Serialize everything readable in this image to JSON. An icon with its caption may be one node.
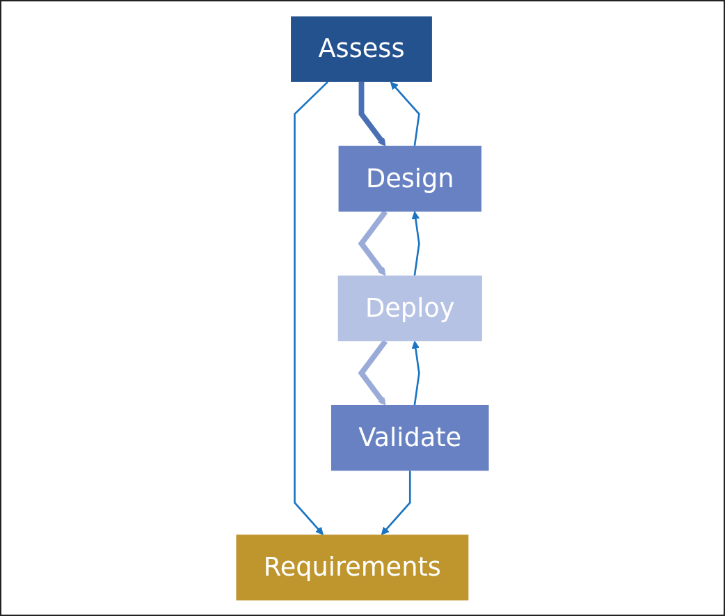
{
  "diagram": {
    "nodes": [
      {
        "text": [
          "Assess"
        ]
      },
      {
        "text": [
          "Design"
        ]
      },
      {
        "text": [
          "Deploy"
        ]
      },
      {
        "text": [
          "Validate"
        ]
      },
      {
        "text": [
          "Requirements"
        ]
      }
    ],
    "edges": [
      {
        "from": 0,
        "to": 1,
        "arrow": "to",
        "style": "thick",
        "color": "#4a6fb5"
      },
      {
        "from": 1,
        "to": 2,
        "arrow": "to",
        "style": "thick",
        "color": "#9aabd9"
      },
      {
        "from": 2,
        "to": 3,
        "arrow": "to",
        "style": "thick",
        "color": "#9aabd9"
      },
      {
        "from": 1,
        "to": 0,
        "arrow": "to"
      },
      {
        "from": 2,
        "to": 1,
        "arrow": "to"
      },
      {
        "from": 3,
        "to": 2,
        "arrow": "to"
      },
      {
        "from": 0,
        "to": 4,
        "arrow": "to"
      },
      {
        "from": 3,
        "to": 4,
        "arrow": "to"
      }
    ]
  }
}
